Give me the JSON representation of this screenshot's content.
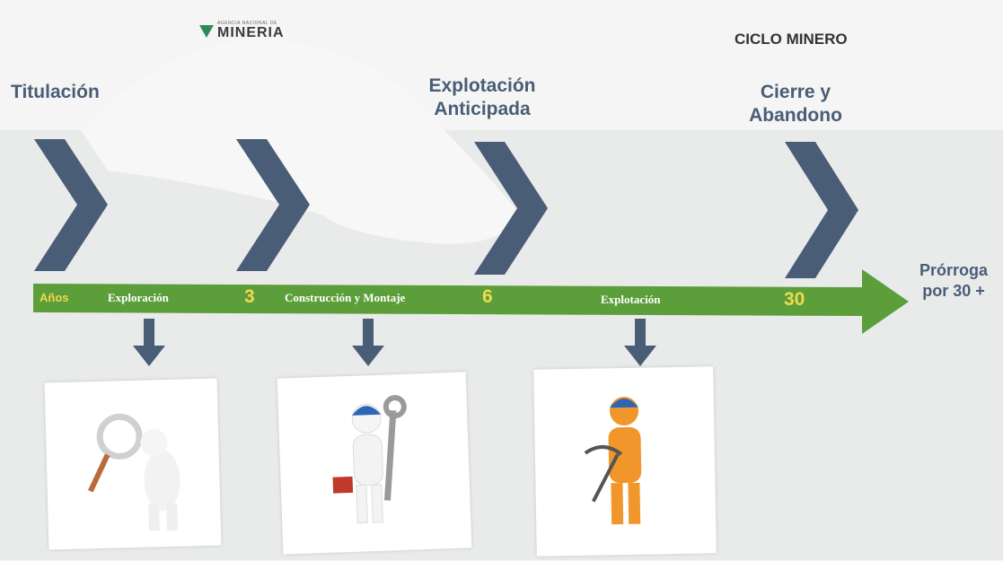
{
  "header": {
    "logo_small": "AGENCIA NACIONAL DE",
    "logo_big": "MINERIA",
    "title": "CICLO MINERO"
  },
  "stages": {
    "titulacion": "Titulación",
    "explotacion_anticipada": "Explotación Anticipada",
    "cierre": "Cierre y Abandono"
  },
  "timeline": {
    "years_label": "Años",
    "phase_exploracion": "Exploración",
    "year_3": "3",
    "phase_construccion": "Construcción y Montaje",
    "year_6": "6",
    "phase_explotacion": "Explotación",
    "year_30": "30",
    "extension": "Prórroga por 30 +"
  },
  "colors": {
    "chevron": "#4a5d77",
    "timeline_bar": "#5b9e3a",
    "year_numbers": "#f2d94e",
    "down_arrow": "#4a5d77",
    "miner": "#f0962a"
  },
  "illustrations": [
    {
      "name": "explorer-figure-icon"
    },
    {
      "name": "builder-figure-icon"
    },
    {
      "name": "miner-figure-icon"
    }
  ]
}
